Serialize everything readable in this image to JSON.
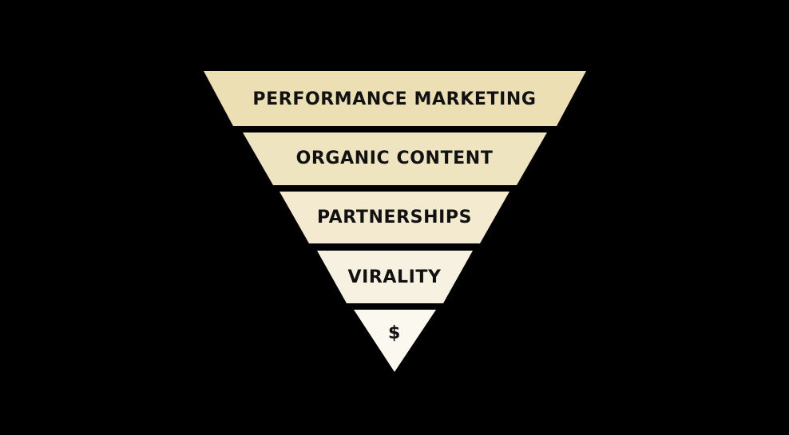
{
  "funnel": {
    "tiers": [
      {
        "label": "PERFORMANCE MARKETING",
        "color": "#ecdfb4"
      },
      {
        "label": "ORGANIC CONTENT",
        "color": "#efe4c0"
      },
      {
        "label": "PARTNERSHIPS",
        "color": "#f3ead0"
      },
      {
        "label": "VIRALITY",
        "color": "#f7f1e2"
      },
      {
        "label": "$",
        "color": "#fbf8ef"
      }
    ],
    "background": "#000000"
  }
}
